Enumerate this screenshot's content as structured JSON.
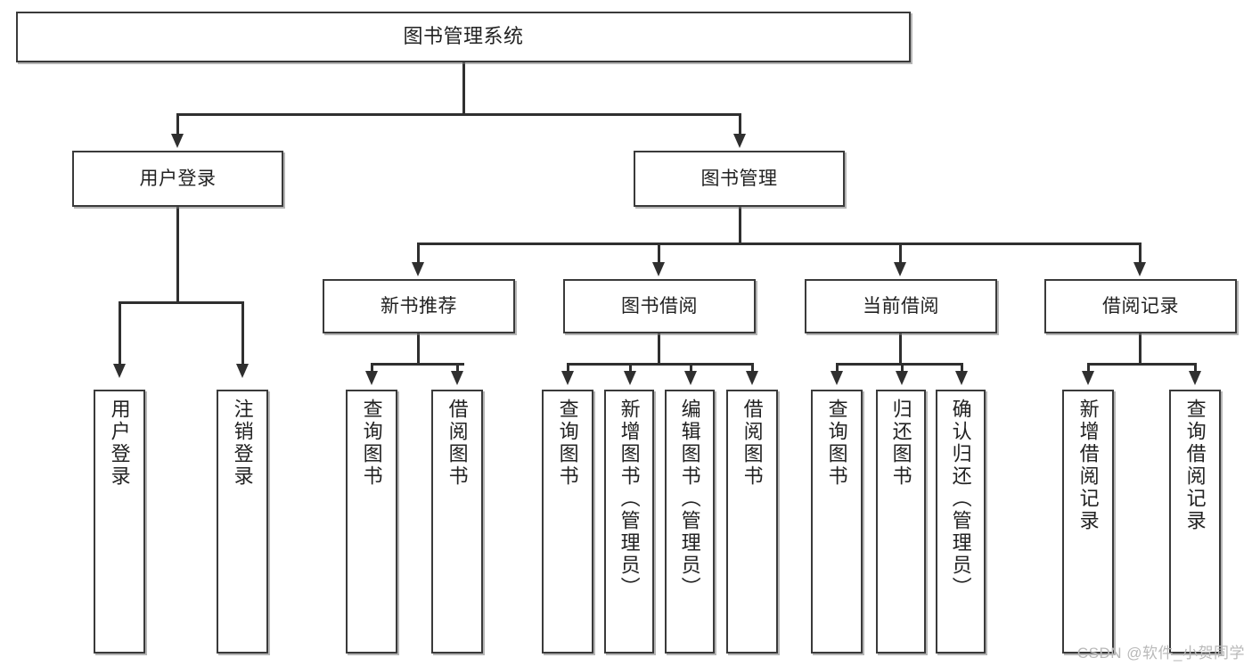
{
  "diagram": {
    "type": "tree-hierarchy",
    "title": "图书管理系统",
    "orientation": "top-down",
    "colors": {
      "box_border": "#3a3a3a",
      "connector": "#2f2f2f",
      "background": "#ffffff",
      "watermark": "#b9b9b9"
    },
    "root": {
      "label": "图书管理系统"
    },
    "level2": [
      {
        "label": "用户登录"
      },
      {
        "label": "图书管理"
      }
    ],
    "level3": [
      {
        "label": "新书推荐"
      },
      {
        "label": "图书借阅"
      },
      {
        "label": "当前借阅"
      },
      {
        "label": "借阅记录"
      }
    ],
    "leaves": {
      "user_login": [
        {
          "label": "用户登录"
        },
        {
          "label": "注销登录"
        }
      ],
      "new_book_recommend": [
        {
          "label": "查询图书"
        },
        {
          "label": "借阅图书"
        }
      ],
      "book_borrow": [
        {
          "label": "查询图书"
        },
        {
          "label": "新增图书（管理员）"
        },
        {
          "label": "编辑图书（管理员）"
        },
        {
          "label": "借阅图书"
        }
      ],
      "current_borrow": [
        {
          "label": "查询图书"
        },
        {
          "label": "归还图书"
        },
        {
          "label": "确认归还（管理员）"
        }
      ],
      "borrow_record": [
        {
          "label": "新增借阅记录"
        },
        {
          "label": "查询借阅记录"
        }
      ]
    }
  },
  "watermark": {
    "text": "CSDN @软件_小贺同学"
  }
}
